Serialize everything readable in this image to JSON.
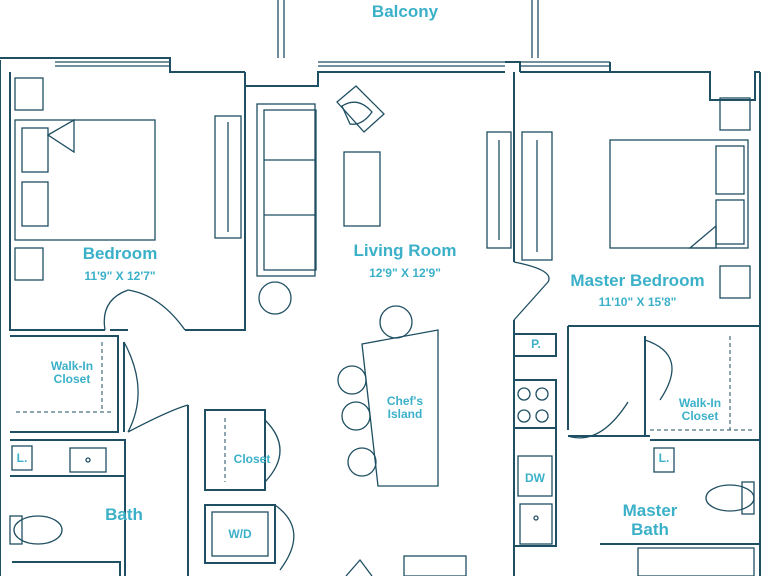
{
  "rooms": {
    "balcony": "Balcony",
    "bedroom": {
      "name": "Bedroom",
      "size": "11'9\" X 12'7\""
    },
    "living_room": {
      "name": "Living Room",
      "size": "12'9\" X 12'9\""
    },
    "master_bedroom": {
      "name": "Master Bedroom",
      "size": "11'10\" X 15'8\""
    },
    "walk_in_closet_left": [
      "Walk-In",
      "Closet"
    ],
    "walk_in_closet_right": [
      "Walk-In",
      "Closet"
    ],
    "chefs_island": [
      "Chef's",
      "Island"
    ],
    "closet": "Closet",
    "bath": "Bath",
    "master_bath": [
      "Master",
      "Bath"
    ],
    "wd": "W/D",
    "dw": "DW",
    "pantry": "P.",
    "linen_left": "L.",
    "linen_right": "L."
  },
  "colors": {
    "label": "#3bb0c9",
    "line": "#1f4f62"
  }
}
